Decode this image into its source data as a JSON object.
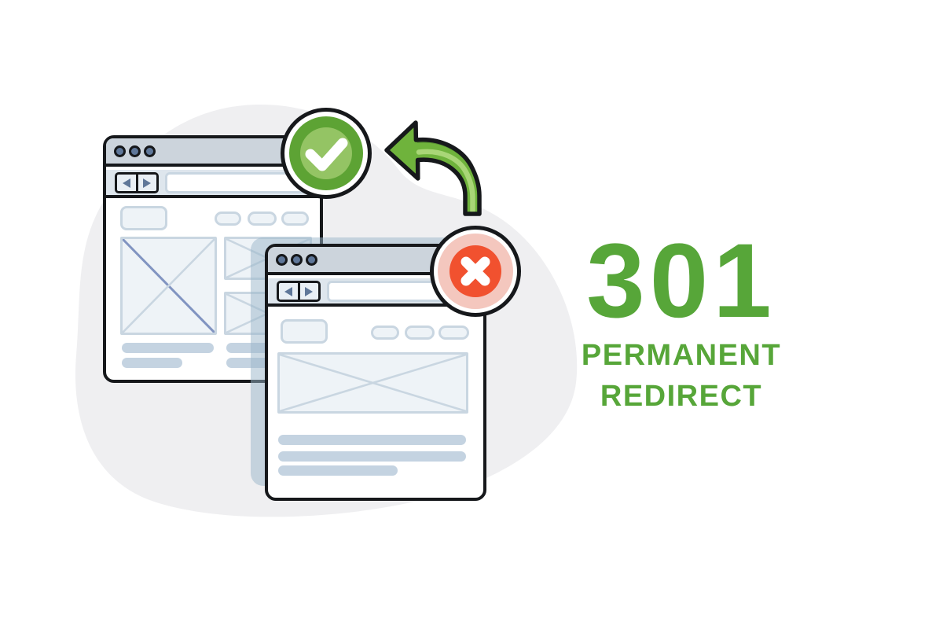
{
  "illustration": {
    "headline": "301",
    "subtitle_line1": "PERMANENT",
    "subtitle_line2": "REDIRECT"
  },
  "icons": {
    "success_badge": "check-icon",
    "error_badge": "x-icon",
    "redirect_arrow": "curved-arrow-left-icon",
    "window_controls": "traffic-light-dots",
    "nav_back": "arrow-left-icon",
    "nav_forward": "arrow-right-icon",
    "placeholders": "crossed-image-placeholder"
  },
  "theme": {
    "green-text": "#57a639",
    "green-badge-outer": "#5da334",
    "green-badge-inner": "#94c464",
    "arrow-green": "#6fb33c",
    "arrow-green-light": "#a9d677",
    "arrow-green-dark": "#579231",
    "red-badge-ring": "#f4c7be",
    "red-badge-core": "#f1512f",
    "outline-black": "#16181b",
    "titlebar-gray": "#ccd4dc",
    "navbar-gray": "#dee6ed",
    "button-fill": "#e9eff5",
    "wire-border": "#c9d6e1",
    "wire-fill": "#eef3f7",
    "bar-fill": "#c4d3e1",
    "accent-blue": "#5f7799",
    "diagonal-dark": "#8194c1",
    "blob-gray": "#efeff1",
    "white": "#ffffff"
  }
}
